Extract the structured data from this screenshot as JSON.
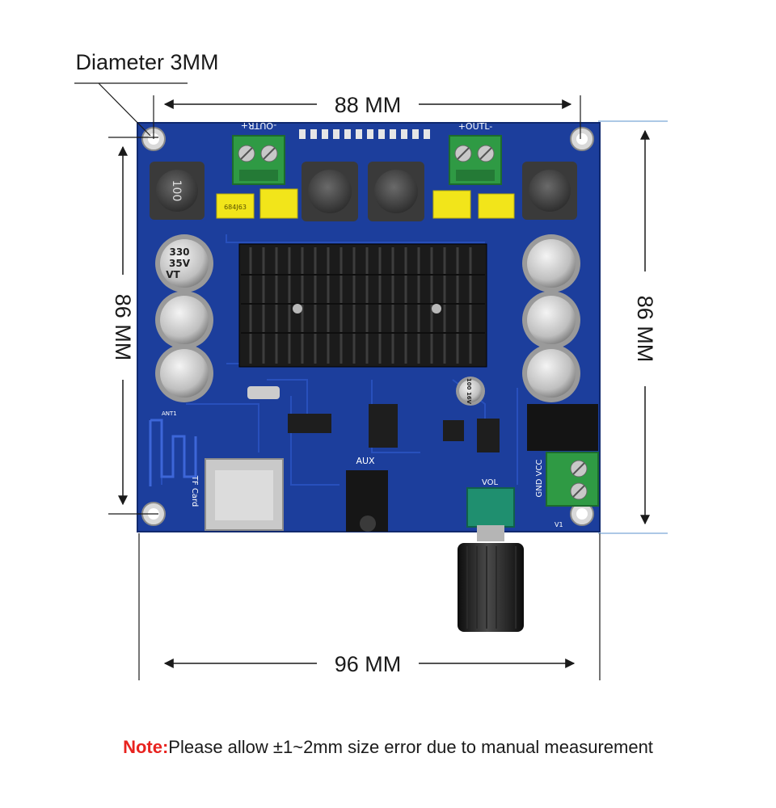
{
  "annotations": {
    "hole": "Diameter 3MM",
    "top_width": "88 MM",
    "bottom_width": "96 MM",
    "left_height": "86 MM",
    "right_height": "86 MM"
  },
  "board": {
    "out_right": "-OUTR+",
    "out_left": "+OUTL-",
    "cap_value": "330",
    "cap_voltage": "35V",
    "cap_series": "VT",
    "small_cap": "100 16V",
    "film_cap": "684J63",
    "inductor": "100",
    "tf_card": "TF Card",
    "aux": "AUX",
    "vol": "VOL",
    "power": "GND VCC",
    "ant": "ANT1",
    "v1": "V1"
  },
  "note": {
    "label": "Note:",
    "text": "Please allow ±1~2mm size error due to manual measurement"
  },
  "colors": {
    "pcb": "#1c3e9c",
    "terminal": "#2f9a44",
    "capacitor": "#f2e51a",
    "heatsink": "#1b1b1b",
    "note_label": "#e8231f"
  }
}
